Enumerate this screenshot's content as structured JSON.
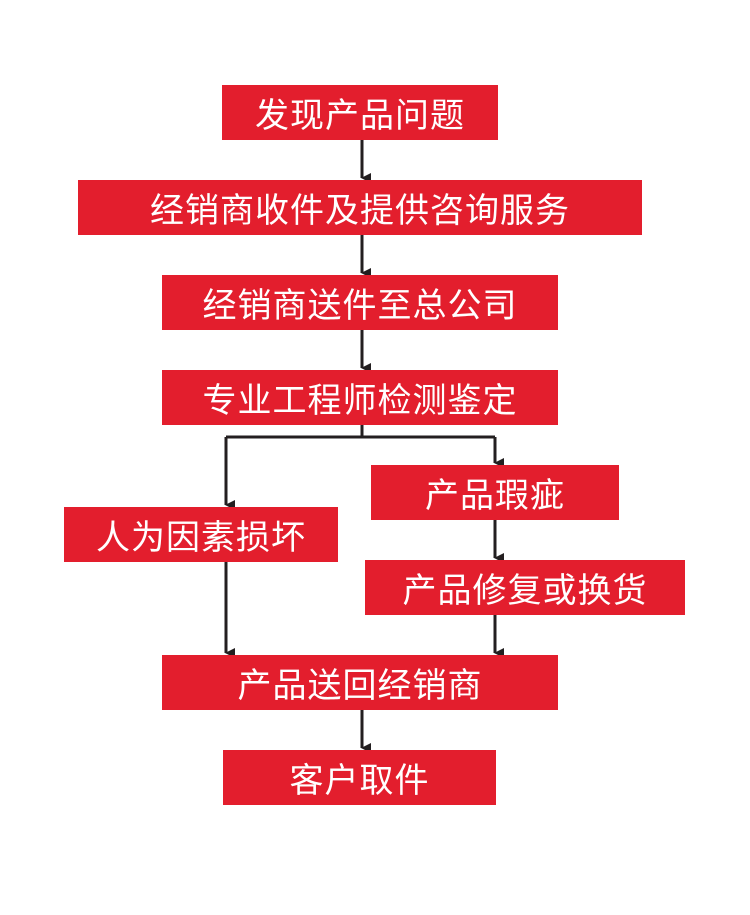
{
  "nodes": {
    "discover": "发现产品问题",
    "dealer_receive": "经销商收件及提供咨询服务",
    "dealer_send": "经销商送件至总公司",
    "engineer_inspect": "专业工程师检测鉴定",
    "product_defect": "产品瑕疵",
    "human_damage": "人为因素损坏",
    "repair_replace": "产品修复或换货",
    "return_dealer": "产品送回经销商",
    "customer_pickup": "客户取件"
  },
  "colors": {
    "box_fill": "#e31e2d",
    "box_text": "#ffffff",
    "connector": "#231f20"
  }
}
